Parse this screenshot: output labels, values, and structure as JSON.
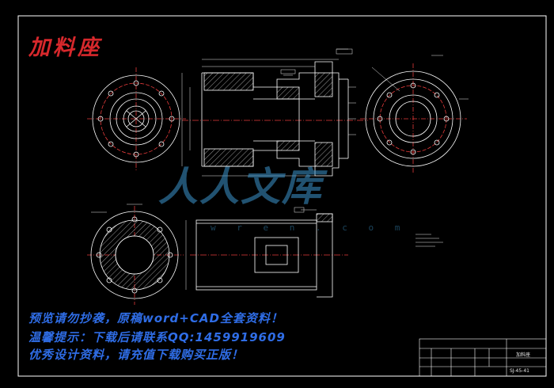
{
  "title": "加料座",
  "notices": {
    "line1": "预览请勿抄袭，原稿word+CAD全套资料！",
    "line2": "温馨提示：下载后请联系QQ:1459919609",
    "line3": "优秀设计资料，请充值下载购买正版！"
  },
  "watermark": {
    "logo": "人人文库",
    "url": "w r e n . c o m"
  },
  "title_block": {
    "drawing_no": "SJ-45-41",
    "part_name": "加料座"
  },
  "colors": {
    "background": "#000000",
    "frame": "#ffffff",
    "part_outline": "#ffffff",
    "centerline": "#e33a3a",
    "dimension": "#e6e6e6",
    "title": "#d7282c",
    "notice": "#2f6de6"
  }
}
